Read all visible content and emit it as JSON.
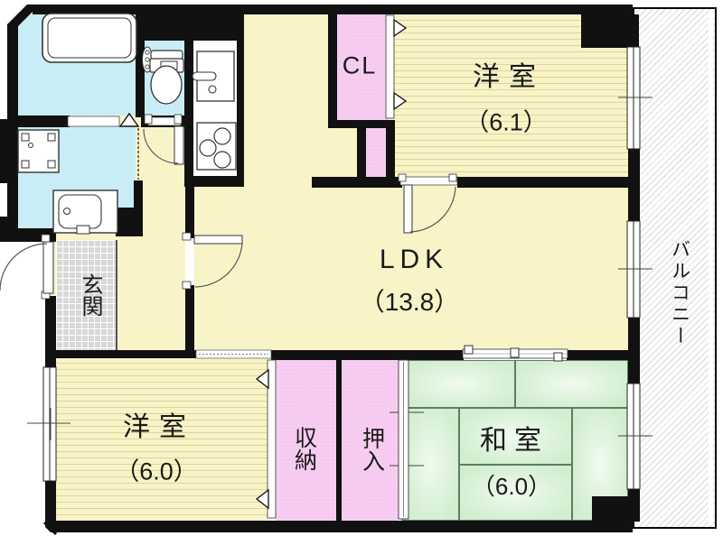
{
  "rooms": {
    "ldk": {
      "label": "LDK",
      "area": "（13.8）"
    },
    "western1": {
      "label": "洋室",
      "area": "（6.1）"
    },
    "western2": {
      "label": "洋室",
      "area": "（6.0）"
    },
    "japanese": {
      "label": "和室",
      "area": "（6.0）"
    },
    "closet": {
      "label": "CL"
    },
    "storage": {
      "label": "収納"
    },
    "oshiire": {
      "label": "押入"
    },
    "entrance": {
      "label": "玄関"
    },
    "balcony": {
      "label": "バルコニー"
    }
  },
  "colors": {
    "wall": "#111111",
    "room_yellow": "#f8f4c8",
    "closet_pink": "#f7cdf1",
    "wet_area_blue": "#c9edf6",
    "tatami_green": "#d2eed0",
    "entrance_tile_gray": "#d8d8d8",
    "balcony_hatch_gray": "#dadada"
  },
  "fixtures": [
    "bathtub",
    "toilet",
    "washing-machine-pan",
    "wash-basin",
    "kitchen-sink",
    "gas-stove"
  ]
}
